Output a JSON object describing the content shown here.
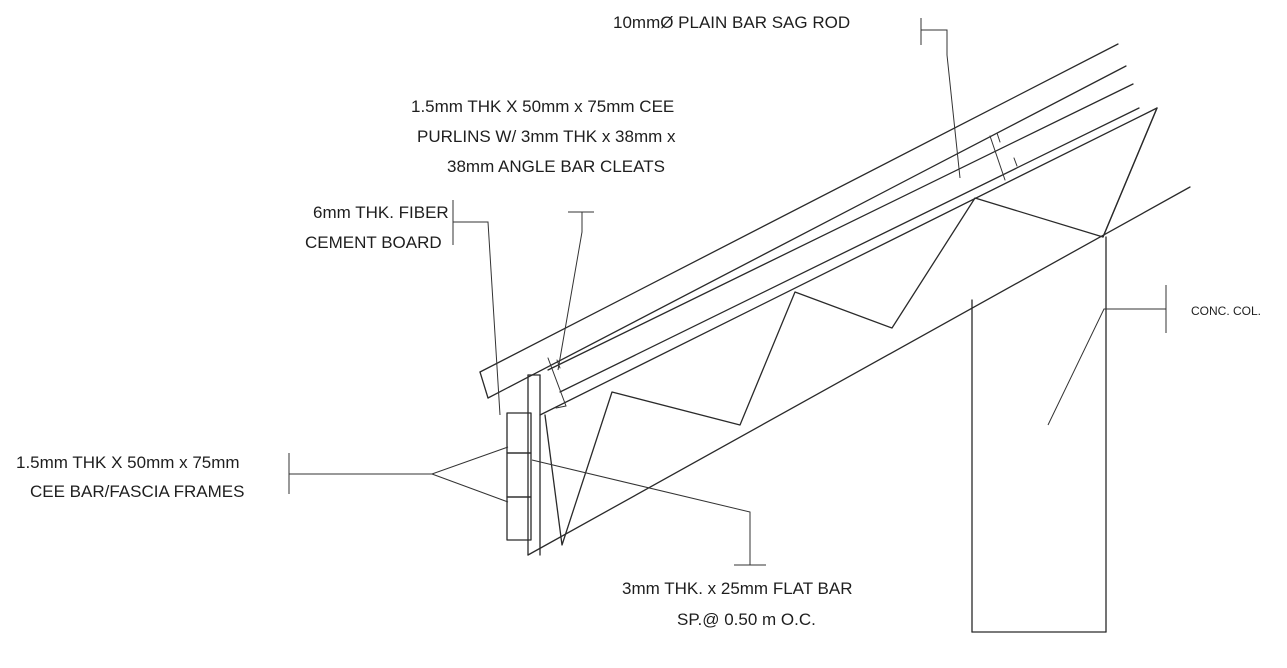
{
  "labels": {
    "sag_rod": "10mmØ PLAIN BAR SAG ROD",
    "purlins": [
      "1.5mm THK X 50mm x 75mm CEE",
      "PURLINS W/ 3mm THK x 38mm x",
      "38mm ANGLE BAR CLEATS"
    ],
    "fiber_board": [
      "6mm THK. FIBER",
      "CEMENT BOARD"
    ],
    "fascia": [
      "1.5mm THK X 50mm x 75mm",
      "CEE BAR/FASCIA FRAMES"
    ],
    "flat_bar": [
      "3mm THK. x 25mm FLAT BAR",
      "SP.@ 0.50 m O.C."
    ],
    "column": "CONC. COL."
  }
}
